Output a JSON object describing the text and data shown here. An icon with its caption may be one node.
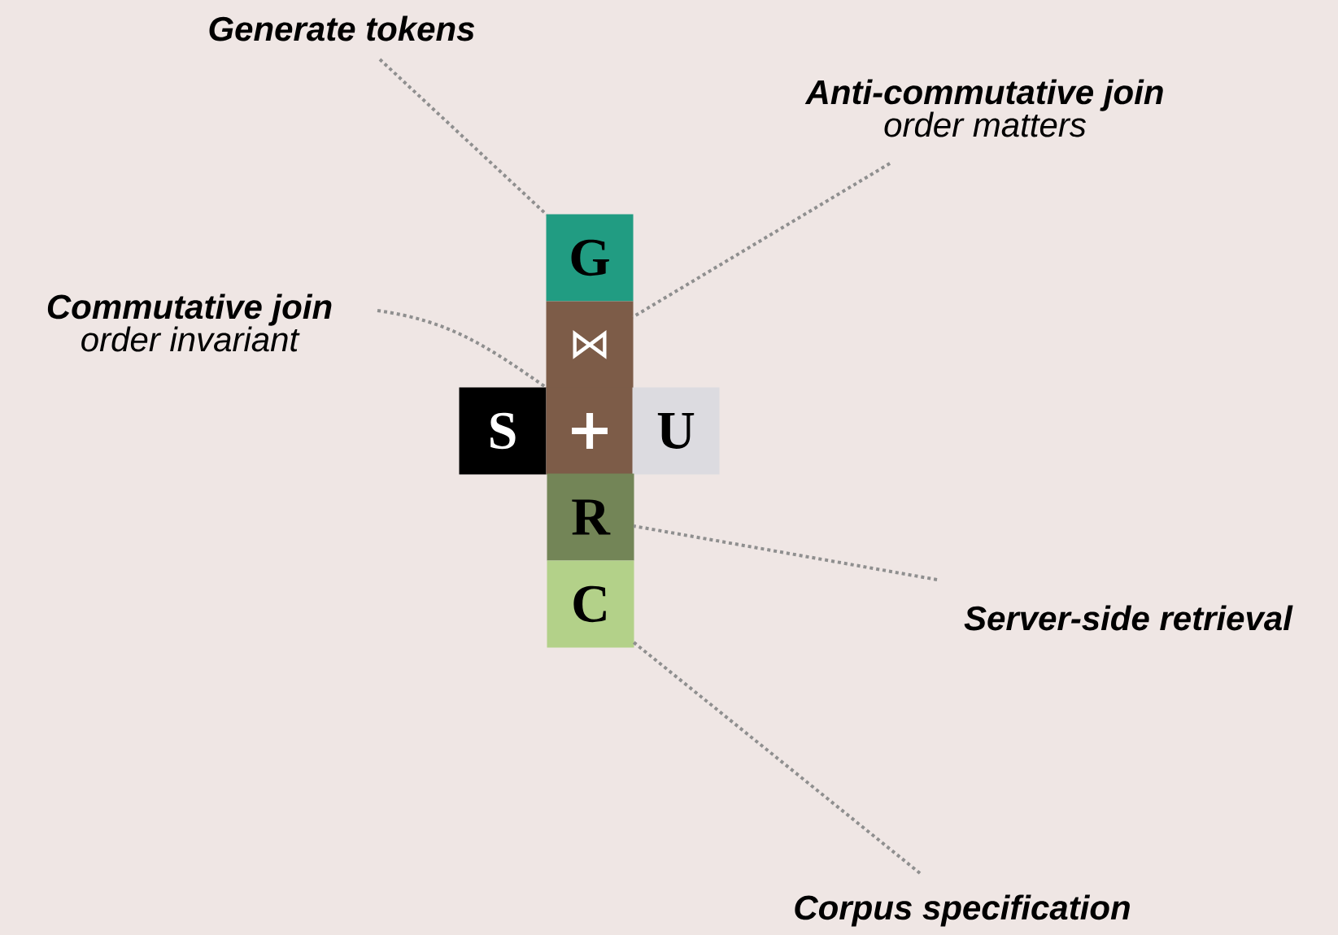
{
  "diagram": {
    "nodes": [
      {
        "text": [
          "Generate tokens"
        ]
      },
      {
        "text": [
          "Anti-commutative join",
          "order matters"
        ]
      },
      {
        "text": [
          "G"
        ]
      },
      {
        "text": [
          "Commutative join",
          "order invariant"
        ]
      },
      {
        "text": [
          "⋈"
        ]
      },
      {
        "text": [
          "S"
        ]
      },
      {
        "text": [
          "+"
        ]
      },
      {
        "text": [
          "U"
        ]
      },
      {
        "text": [
          "R"
        ]
      },
      {
        "text": [
          "Server-side retrieval"
        ]
      },
      {
        "text": [
          "C"
        ]
      },
      {
        "text": [
          "Corpus specification"
        ]
      }
    ],
    "edges": [
      {
        "from": 0,
        "to": 2,
        "arrow": "none"
      },
      {
        "from": 1,
        "to": 4,
        "arrow": "none"
      },
      {
        "from": 3,
        "to": 6,
        "arrow": "none"
      },
      {
        "from": 9,
        "to": 8,
        "arrow": "none"
      },
      {
        "from": 11,
        "to": 10,
        "arrow": "none"
      }
    ]
  }
}
